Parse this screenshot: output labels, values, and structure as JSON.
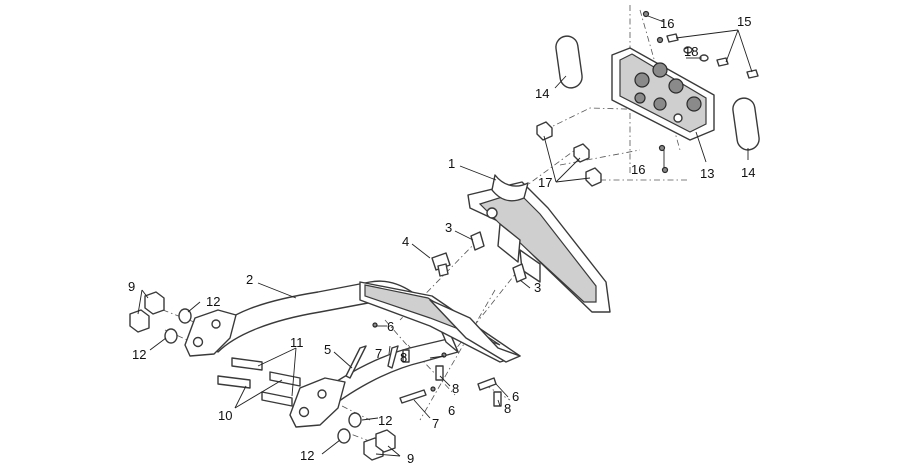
{
  "diagram": {
    "callouts": [
      {
        "id": "c1",
        "text": "1"
      },
      {
        "id": "c2",
        "text": "2"
      },
      {
        "id": "c3a",
        "text": "3"
      },
      {
        "id": "c3b",
        "text": "3"
      },
      {
        "id": "c4",
        "text": "4"
      },
      {
        "id": "c5",
        "text": "5"
      },
      {
        "id": "c6a",
        "text": "6"
      },
      {
        "id": "c6b",
        "text": "6"
      },
      {
        "id": "c6c",
        "text": "6"
      },
      {
        "id": "c7a",
        "text": "7"
      },
      {
        "id": "c7b",
        "text": "7"
      },
      {
        "id": "c8a",
        "text": "8"
      },
      {
        "id": "c8b",
        "text": "8"
      },
      {
        "id": "c8c",
        "text": "8"
      },
      {
        "id": "c9a",
        "text": "9"
      },
      {
        "id": "c9b",
        "text": "9"
      },
      {
        "id": "c10",
        "text": "10"
      },
      {
        "id": "c11",
        "text": "11"
      },
      {
        "id": "c12a",
        "text": "12"
      },
      {
        "id": "c12b",
        "text": "12"
      },
      {
        "id": "c12c",
        "text": "12"
      },
      {
        "id": "c12d",
        "text": "12"
      },
      {
        "id": "c13",
        "text": "13"
      },
      {
        "id": "c14a",
        "text": "14"
      },
      {
        "id": "c14b",
        "text": "14"
      },
      {
        "id": "c15",
        "text": "15"
      },
      {
        "id": "c16a",
        "text": "16"
      },
      {
        "id": "c16b",
        "text": "16"
      },
      {
        "id": "c17",
        "text": "17"
      },
      {
        "id": "c18",
        "text": "18"
      }
    ]
  }
}
